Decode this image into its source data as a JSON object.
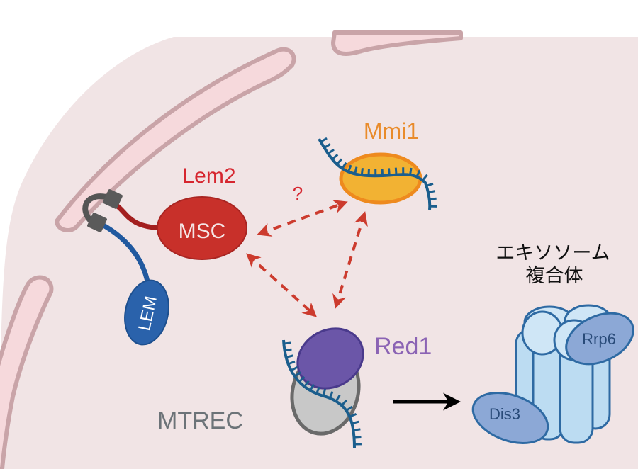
{
  "labels": {
    "lem2": "Lem2",
    "msc": "MSC",
    "lem": "LEM",
    "mmi1": "Mmi1",
    "question": "?",
    "red1": "Red1",
    "mtrec": "MTREC",
    "exosome_line1": "エキソソーム",
    "exosome_line2": "複合体",
    "rrp6": "Rrp6",
    "dis3": "Dis3"
  },
  "colors": {
    "nucleoplasm": "#f1e4e5",
    "envelope_fill": "#f6d9dc",
    "envelope_stroke": "#c9a4a8",
    "lem2_red": "#c8302a",
    "lem2_text": "#d6262f",
    "lem_blue": "#2a62ab",
    "tether_gray": "#555555",
    "mmi1_fill": "#f2b233",
    "mmi1_stroke": "#ee8a1e",
    "mmi1_text": "#e98b2b",
    "rna_blue": "#1b5e8d",
    "red1_fill": "#6b56a8",
    "red1_stroke": "#4a3a8c",
    "red1_text": "#8b63b4",
    "mtrec_gray": "#c8c8c8",
    "mtrec_text": "#6c7378",
    "arrow_red": "#cc3b2e",
    "exosome_fill": "#bcdcf2",
    "exosome_stroke": "#2e6aa3",
    "subunit_fill": "#8ca8d6"
  },
  "interactions": [
    {
      "from": "Lem2",
      "to": "Mmi1",
      "type": "dashed-bidirectional",
      "uncertain": true
    },
    {
      "from": "Lem2",
      "to": "Red1",
      "type": "dashed-bidirectional",
      "uncertain": false
    },
    {
      "from": "Mmi1",
      "to": "Red1",
      "type": "dashed-bidirectional",
      "uncertain": false
    },
    {
      "from": "MTREC",
      "to": "Exosome",
      "type": "solid-arrow"
    }
  ]
}
